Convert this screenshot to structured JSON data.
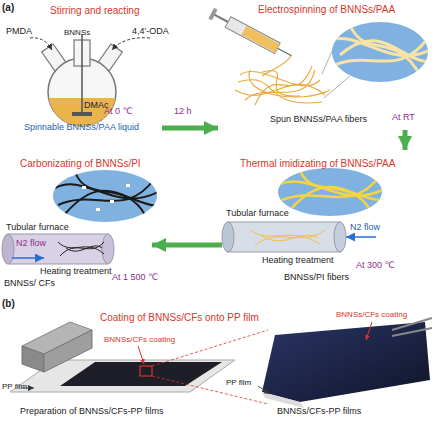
{
  "diagram": {
    "nodes": [
      {
        "text": [
          "Stirring and reacting",
          "Spinnable BNNSs/PAA liquid"
        ]
      },
      {
        "text": [
          "Electrospinning of BNNSs/PAA",
          "Spun BNNSs/PAA fibers"
        ]
      },
      {
        "text": [
          "Thermal imidizating of BNNSs/PAA",
          "BNNSs/PI fibers"
        ]
      },
      {
        "text": [
          "Carbonizating of BNNSs/PI",
          "BNNSs/ CFs"
        ]
      },
      {
        "text": [
          "Coating of BNNSs/CFs onto PP film",
          "Preparation of BNNSs/CFs-PP films"
        ]
      },
      {
        "text": [
          "BNNSs/CFs-PP films"
        ]
      }
    ],
    "edges": [
      {
        "from": 0,
        "to": 1,
        "arrow": "to"
      },
      {
        "from": 1,
        "to": 2,
        "arrow": "to"
      },
      {
        "from": 2,
        "to": 3,
        "arrow": "to"
      }
    ],
    "labels": [
      "(a)",
      "PMDA",
      "4,4′-ODA",
      "BNNSs",
      "DMAc",
      "At 0 ℃",
      "12 h",
      "At RT",
      "Tubular furnace",
      "N2 flow",
      "Heating treatment",
      "At 300 ℃",
      "Tubular furnace",
      "N2 flow",
      "Heating treatment",
      "At 1 500 ℃",
      "(b)",
      "BNNSs/CFs coating",
      "PP film",
      "BNNSs/CFs coating",
      "PP film"
    ]
  }
}
